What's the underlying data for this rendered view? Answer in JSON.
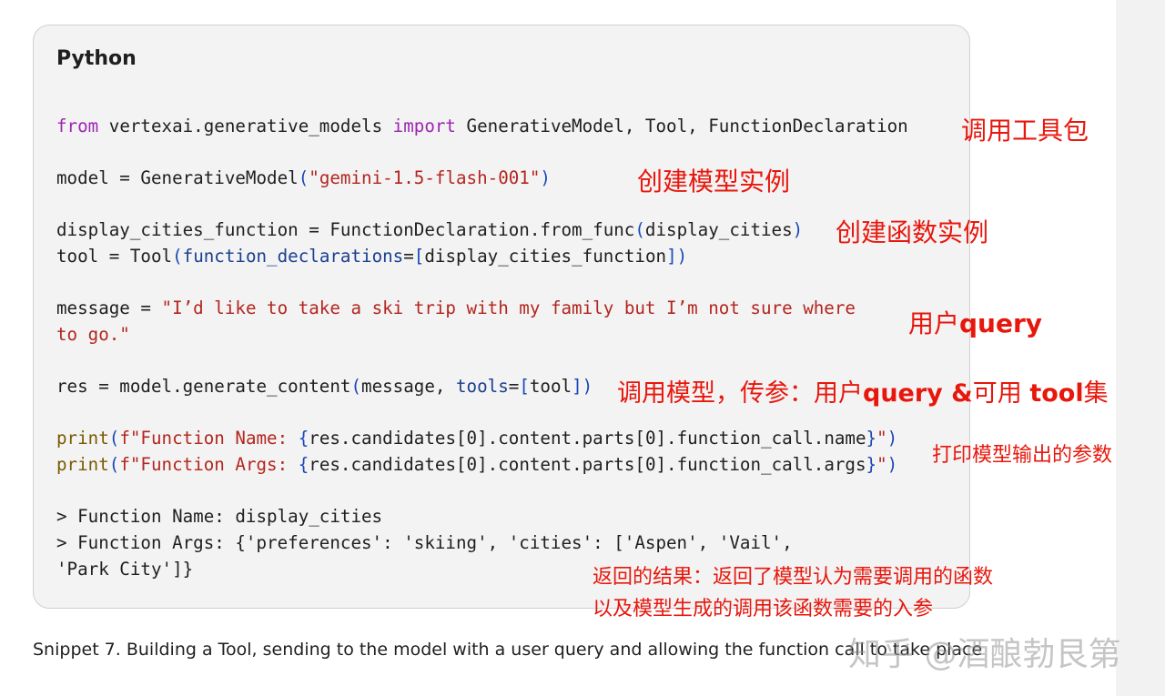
{
  "language_label": "Python",
  "code": {
    "l1": {
      "from": "from",
      "mod": " vertexai.generative_models ",
      "imp": "import",
      "rest": " GenerativeModel, Tool, FunctionDeclaration"
    },
    "l2": {
      "a": "model = GenerativeModel",
      "p1": "(",
      "s": "\"gemini-1.5-flash-001\"",
      "p2": ")"
    },
    "l3": {
      "a": "display_cities_function = FunctionDeclaration.from_func",
      "p1": "(",
      "b": "display_cities",
      "p2": ")"
    },
    "l4": {
      "a": "tool = Tool",
      "p1": "(",
      "k": "function_declarations",
      "eq": "=",
      "b1": "[",
      "v": "display_cities_function",
      "b2": "]",
      "p2": ")"
    },
    "l5": {
      "a": "message = ",
      "s1": "\"I’d like to take a ski trip with my family but I’m not sure where",
      "s2": "to go.\""
    },
    "l6": {
      "a": "res = model.generate_content",
      "p1": "(",
      "b": "message, ",
      "k": "tools",
      "eq": "=",
      "b1": "[",
      "v": "tool",
      "b2": "]",
      "p2": ")"
    },
    "l7": {
      "fn": "print",
      "p1": "(",
      "s1": "f\"Function Name: ",
      "c1": "{",
      "expr": "res.candidates[0].content.parts[0].function_call.name",
      "c2": "}",
      "s2": "\"",
      "p2": ")"
    },
    "l8": {
      "fn": "print",
      "p1": "(",
      "s1": "f\"Function Args: ",
      "c1": "{",
      "expr": "res.candidates[0].content.parts[0].function_call.args",
      "c2": "}",
      "s2": "\"",
      "p2": ")"
    },
    "out1": "> Function Name: display_cities",
    "out2": "> Function Args: {'preferences': 'skiing', 'cities': ['Aspen', 'Vail',",
    "out3": "'Park City']}"
  },
  "annotations": {
    "a1": "调用工具包",
    "a2": "创建模型实例",
    "a3": "创建函数实例",
    "a4_cn": "用户",
    "a4_en": "query",
    "a5_cn1": "调用模型，传参：用户",
    "a5_en1": "query &",
    "a5_cn2": "可用 ",
    "a5_en2": "tool",
    "a5_cn3": "集",
    "a6": "打印模型输出的参数",
    "a7_line1": "返回的结果：返回了模型认为需要调用的函数",
    "a7_line2": "以及模型生成的调用该函数需要的入参"
  },
  "caption": "Snippet 7. Building a Tool, sending to the model with a user query and allowing the function call to take place",
  "watermark": "知乎 @酒酿勃艮第",
  "colors": {
    "annotation": "#e8170c",
    "keyword": "#9c27b0",
    "string": "#b3261e",
    "card_bg": "#f3f3f4"
  }
}
